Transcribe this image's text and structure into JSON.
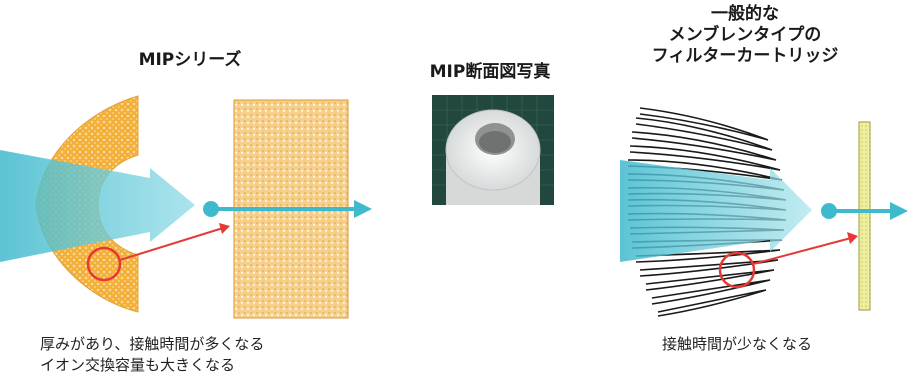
{
  "titles": {
    "mip_series": "MIPシリーズ",
    "cross_section_photo": "MIP断面図写真",
    "membrane_line1": "一般的な",
    "membrane_line2": "メンブレンタイプの",
    "membrane_line3": "フィルターカートリッジ"
  },
  "captions": {
    "left_line1": "厚みがあり、接触時間が多くなる",
    "left_line2": "イオン交換容量も大きくなる",
    "right": "接触時間が少なくなる"
  },
  "colors": {
    "orange_fill": "#f3b13c",
    "orange_light": "#f6cf8a",
    "flow_cyan": "#5fc6d6",
    "highlight_red": "#e53935",
    "photo_bg": "#22473f"
  }
}
